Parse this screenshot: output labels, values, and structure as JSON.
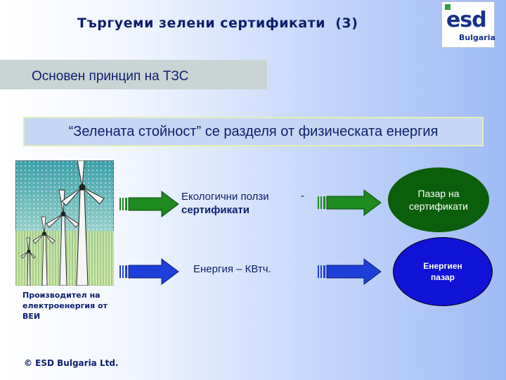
{
  "header": {
    "title": "Търгуеми зелени сертификати  (3)",
    "logo_text": "esd",
    "logo_subtext": "Bulgaria"
  },
  "subtitle": "Основен принцип на ТЗС",
  "principle": "“Зелената стойност” се разделя от физическата енергия",
  "producer_label": "Производител на електроенергия от ВЕИ",
  "flows": {
    "eco_label_line1": "Екологични ползи",
    "eco_label_line2": "сертификати",
    "eco_separator": "-",
    "energy_label": "Енергия – КВтч."
  },
  "markets": {
    "certificates_market": "Пазар на сертификати",
    "energy_market": "Енергиен пазар"
  },
  "footer": {
    "copyright": "© ESD Bulgaria Ltd."
  },
  "colors": {
    "green_arrow": "#1f8a1f",
    "blue_arrow": "#1f3fd9",
    "green_market": "#0b5e0b",
    "blue_market": "#1012d6",
    "text": "#0c1f6e"
  }
}
